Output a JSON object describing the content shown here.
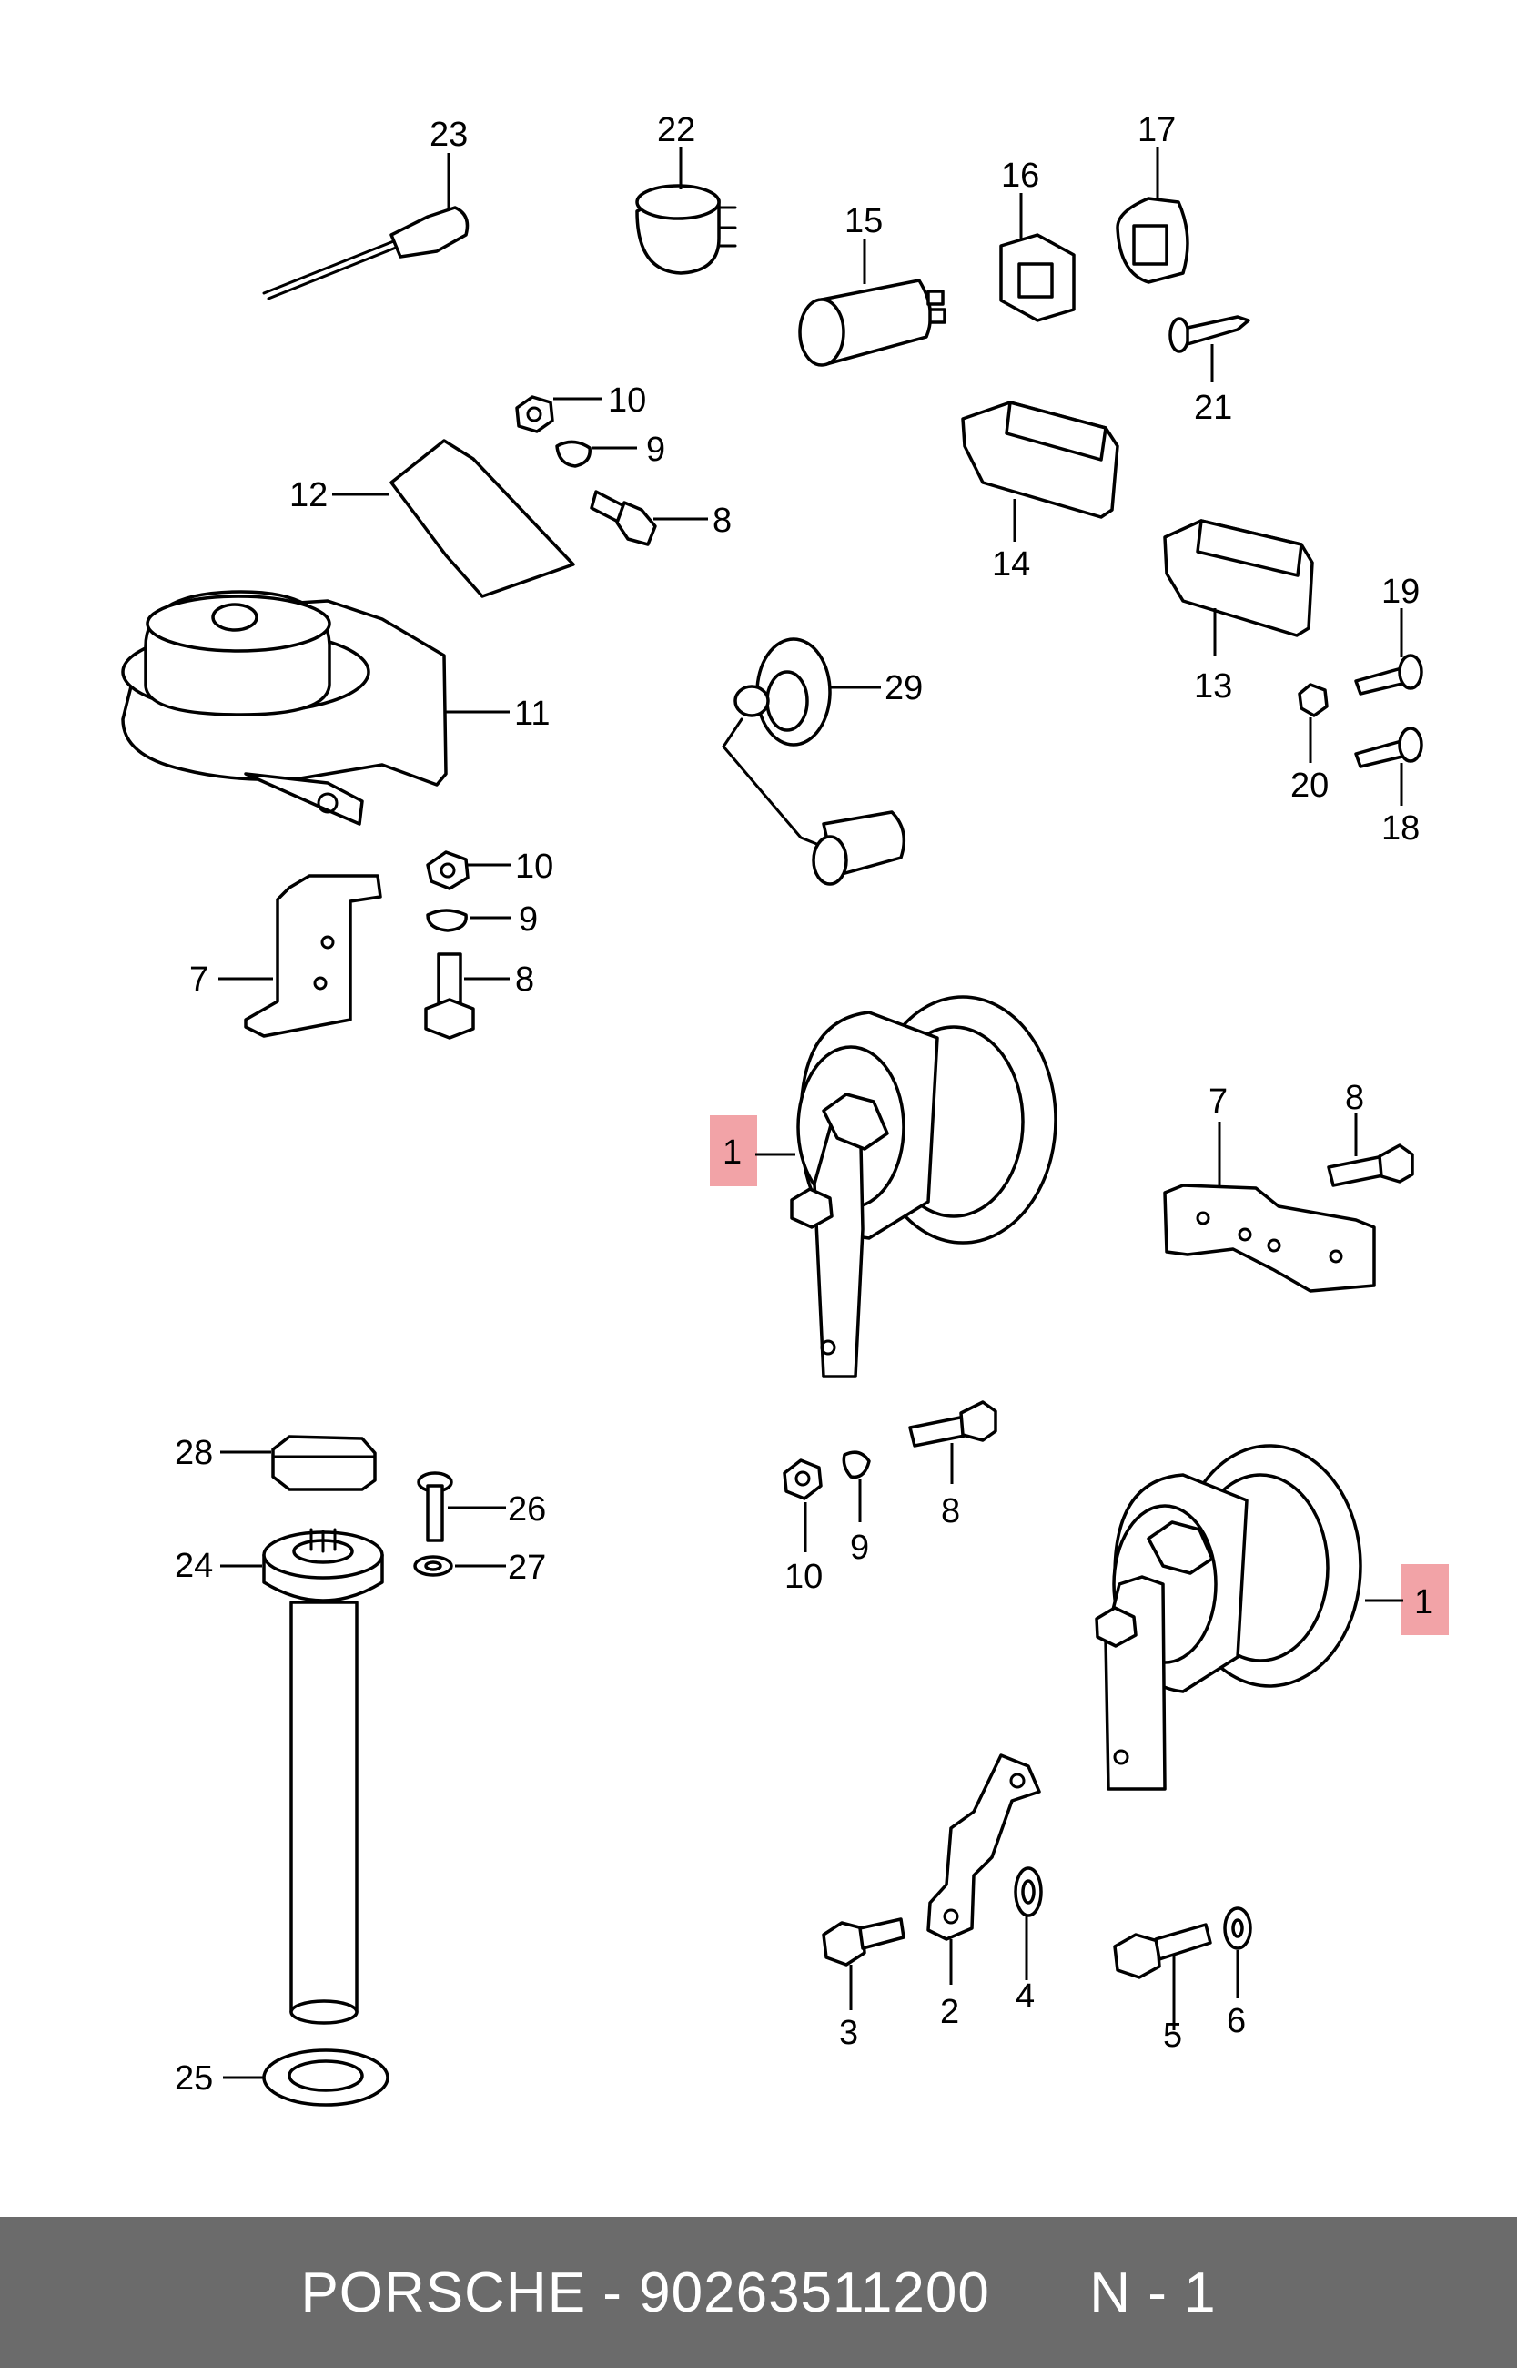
{
  "callouts": {
    "p1": "1",
    "p2": "2",
    "p3": "3",
    "p4": "4",
    "p5": "5",
    "p6": "6",
    "p7": "7",
    "p8": "8",
    "p9": "9",
    "p10": "10",
    "p11": "11",
    "p12": "12",
    "p13": "13",
    "p14": "14",
    "p15": "15",
    "p16": "16",
    "p17": "17",
    "p18": "18",
    "p19": "19",
    "p20": "20",
    "p21": "21",
    "p22": "22",
    "p23": "23",
    "p24": "24",
    "p25": "25",
    "p26": "26",
    "p27": "27",
    "p28": "28",
    "p29": "29"
  },
  "highlight": {
    "part": "1",
    "color": "#f2a3a7"
  },
  "footer": {
    "text": "PORSCHE - 90263511200      N - 1",
    "background": "#6b6b6b"
  }
}
